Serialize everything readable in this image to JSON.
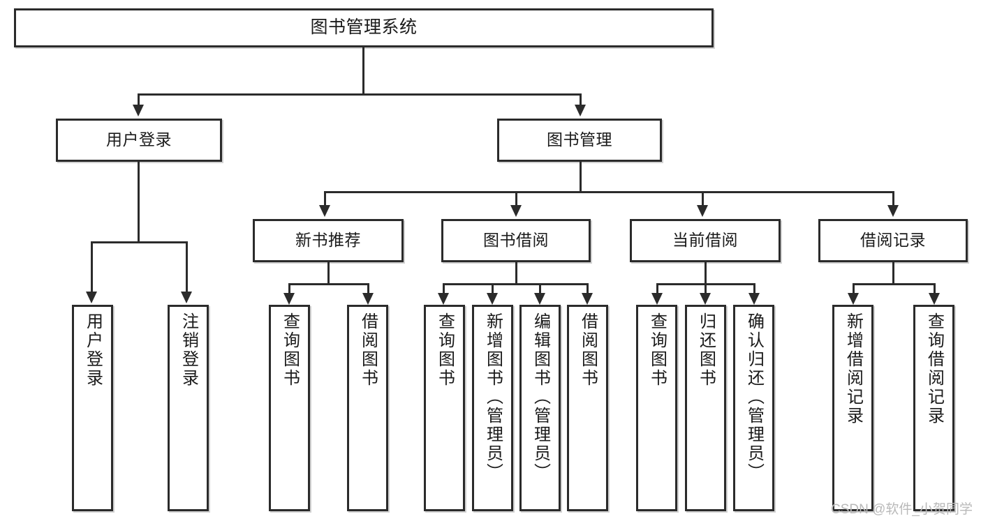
{
  "diagram": {
    "type": "tree-hierarchy-diagram",
    "title": "图书管理系统",
    "colors": {
      "stroke": "#2b2b2b",
      "fill": "#ffffff",
      "text": "#1a1a1a",
      "watermark": "#b9b9b9",
      "background": "#ffffff"
    },
    "root": {
      "label": "图书管理系统"
    },
    "level2": [
      {
        "label": "用户登录"
      },
      {
        "label": "图书管理"
      }
    ],
    "level3": [
      {
        "label": "新书推荐"
      },
      {
        "label": "图书借阅"
      },
      {
        "label": "当前借阅"
      },
      {
        "label": "借阅记录"
      }
    ],
    "leaves": {
      "user_login": [
        {
          "label": "用户登录"
        },
        {
          "label": "注销登录"
        }
      ],
      "new_book_recommend": [
        {
          "label": "查询图书"
        },
        {
          "label": "借阅图书"
        }
      ],
      "book_borrow": [
        {
          "label": "查询图书"
        },
        {
          "label": "新增图书（管理员）"
        },
        {
          "label": "编辑图书（管理员）"
        },
        {
          "label": "借阅图书"
        }
      ],
      "current_borrow": [
        {
          "label": "查询图书"
        },
        {
          "label": "归还图书"
        },
        {
          "label": "确认归还（管理员）"
        }
      ],
      "borrow_record": [
        {
          "label": "新增借阅记录"
        },
        {
          "label": "查询借阅记录"
        }
      ]
    },
    "watermark": "CSDN @软件_小贺同学"
  }
}
